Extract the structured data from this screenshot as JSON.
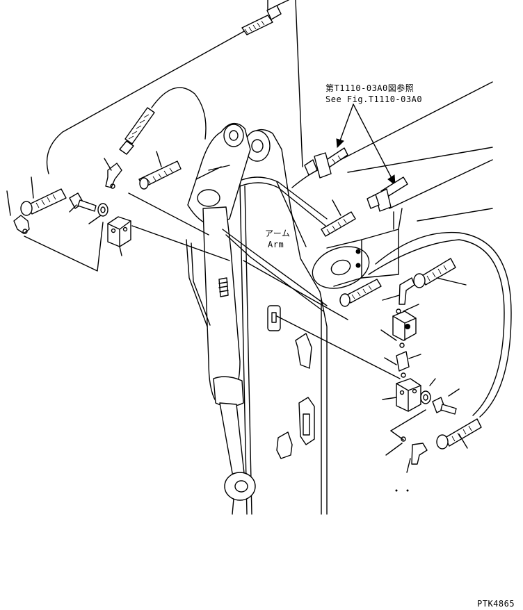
{
  "reference": {
    "japanese": "第T1110-03A0図参照",
    "english": "See Fig.T1110-03A0"
  },
  "arm_label": {
    "japanese": "アーム",
    "english": "Arm"
  },
  "drawing_code": "PTK4865",
  "line_color": "#000000",
  "background_color": "#ffffff"
}
